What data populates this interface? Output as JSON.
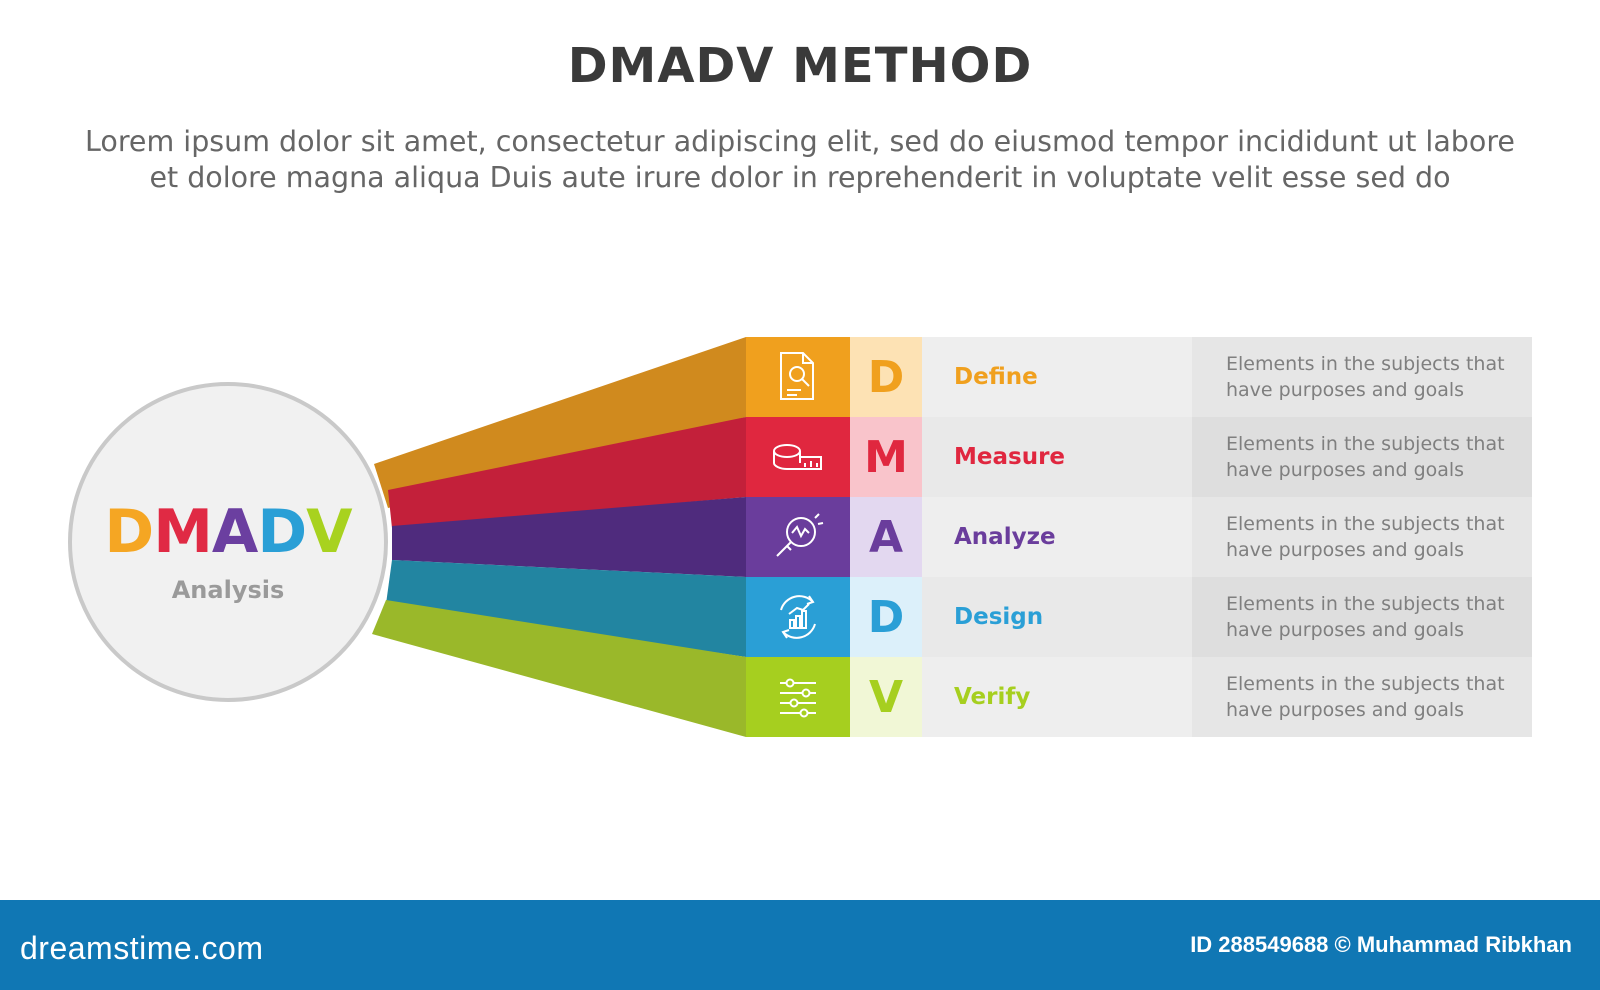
{
  "header": {
    "title": "DMADV METHOD",
    "subtitle_lines": [
      "Lorem ipsum dolor sit amet, consectetur adipiscing elit, sed do eiusmod tempor incididunt ut labore",
      "et dolore magna aliqua Duis aute irure dolor in reprehenderit in voluptate velit esse sed do"
    ]
  },
  "circle": {
    "title_letters": [
      {
        "char": "D",
        "color": "#f5a623"
      },
      {
        "char": "M",
        "color": "#e02a44"
      },
      {
        "char": "A",
        "color": "#6b3fa0"
      },
      {
        "char": "D",
        "color": "#2a9fd6"
      },
      {
        "char": "V",
        "color": "#a8d21f"
      }
    ],
    "subtitle": "Analysis"
  },
  "steps": [
    {
      "letter": "D",
      "label": "Define",
      "icon": "document-search-icon",
      "desc": [
        "Elements in the subjects that",
        "have purposes and goals"
      ],
      "color": "#f0a01e",
      "beam_color": "#d08a1e",
      "letter_bg": "#fde2b4",
      "label_color": "#f0a01e"
    },
    {
      "letter": "M",
      "label": "Measure",
      "icon": "measuring-tape-icon",
      "desc": [
        "Elements in the subjects that",
        "have purposes and goals"
      ],
      "color": "#e0273f",
      "beam_color": "#c3203a",
      "letter_bg": "#f9c4cb",
      "label_color": "#e0273f"
    },
    {
      "letter": "A",
      "label": "Analyze",
      "icon": "magnifier-chart-icon",
      "desc": [
        "Elements in the subjects that",
        "have purposes and goals"
      ],
      "color": "#6a3d9c",
      "beam_color": "#4f2b7d",
      "letter_bg": "#e3d8f0",
      "label_color": "#6a3d9c"
    },
    {
      "letter": "D",
      "label": "Design",
      "icon": "growth-cycle-icon",
      "desc": [
        "Elements in the subjects that",
        "have purposes and goals"
      ],
      "color": "#2a9fd6",
      "beam_color": "#2285a1",
      "letter_bg": "#dcf0fa",
      "label_color": "#2a9fd6"
    },
    {
      "letter": "V",
      "label": "Verify",
      "icon": "sliders-icon",
      "desc": [
        "Elements in the subjects that",
        "have purposes and goals"
      ],
      "color": "#a6cf1f",
      "beam_color": "#9ab82a",
      "letter_bg": "#f1f7d6",
      "label_color": "#a6cf1f"
    }
  ],
  "footer": {
    "brand": "dreamstime.com",
    "credit": "ID 288549688 © Muhammad Ribkhan",
    "color": "#1077b4"
  }
}
